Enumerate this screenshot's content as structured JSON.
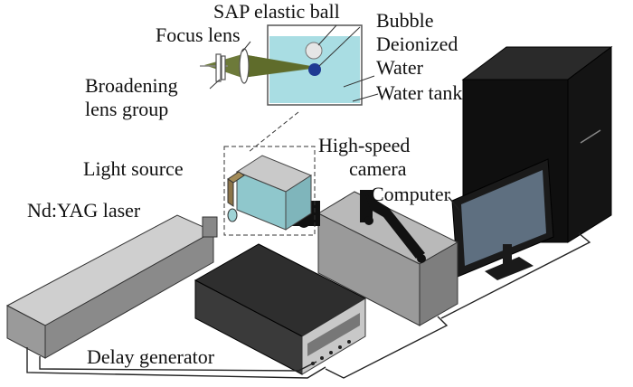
{
  "labels": {
    "sap_ball": "SAP elastic ball",
    "bubble": "Bubble",
    "focus_lens": "Focus lens",
    "deionized": "Deionized",
    "water": "Water",
    "broadening_1": "Broadening",
    "broadening_2": "lens group",
    "water_tank": "Water tank",
    "high_speed_1": "High-speed",
    "high_speed_2": "camera",
    "light_source": "Light source",
    "computer": "Computer",
    "laser": "Nd:YAG laser",
    "delay_generator": "Delay generator"
  },
  "colors": {
    "water": "#a9dde3",
    "beam": "#6d7a3a",
    "bubble": "#1f3a93",
    "ball": "#e6e6e6",
    "device_light": "#c8c8c8",
    "device_mid": "#8a8a8a",
    "device_dark": "#3a3a3a",
    "computer": "#111111",
    "screen": "#5e6f80"
  }
}
